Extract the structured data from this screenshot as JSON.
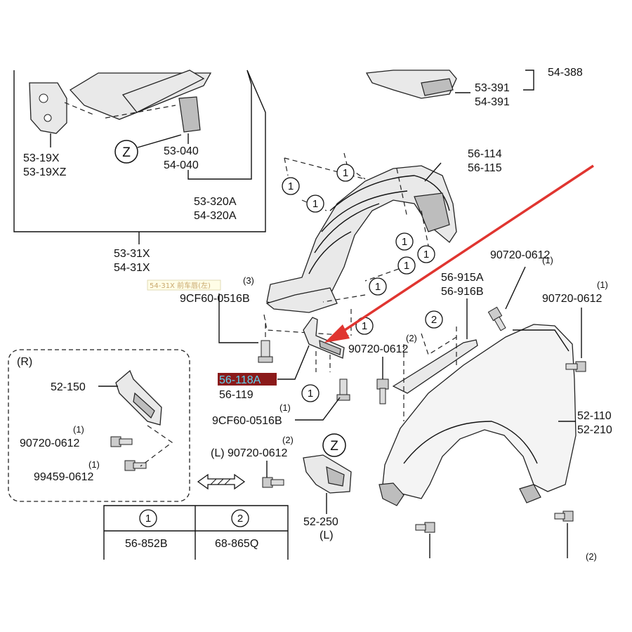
{
  "parts": {
    "p_53_19x": "53-19X",
    "p_53_19xz": "53-19XZ",
    "p_53_040": "53-040",
    "p_54_040": "54-040",
    "p_53_320a": "53-320A",
    "p_54_320a": "54-320A",
    "p_53_31x": "53-31X",
    "p_54_31x": "54-31X",
    "p_53_391": "53-391",
    "p_54_391": "54-391",
    "p_54_388": "54-388",
    "p_56_114": "56-114",
    "p_56_115": "56-115",
    "p_90720_a": "90720-0612",
    "p_90720_b": "90720-0612",
    "p_90720_c": "90720-0612",
    "p_90720_l": "(L) 90720-0612",
    "p_9cf60_a": "9CF60-0516B",
    "p_9cf60_b": "9CF60-0516B",
    "p_56_915a": "56-915A",
    "p_56_916b": "56-916B",
    "p_56_118a": "56-118A",
    "p_56_119": "56-119",
    "p_52_110": "52-110",
    "p_52_210": "52-210",
    "p_52_250": "52-250",
    "p_52_250_l": "(L)",
    "p_52_150": "52-150",
    "p_90720_r": "90720-0612",
    "p_99459": "99459-0612",
    "inset_r": "(R)"
  },
  "quantities": {
    "q3": "(3)",
    "q1a": "(1)",
    "q1b": "(1)",
    "q2a": "(2)",
    "q1c": "(1)",
    "q2b": "(2)",
    "q1r1": "(1)",
    "q1r2": "(1)",
    "q2c": "(2)"
  },
  "callouts": {
    "one": "1",
    "two": "2",
    "z": "Z"
  },
  "tooltip": "54-31X 前车唇(左)",
  "legend": {
    "col1_key": "1",
    "col2_key": "2",
    "col1_part": "56-852B",
    "col2_part": "68-865Q"
  },
  "colors": {
    "arrow": "#e03530",
    "highlight_bg": "#8b1a1a",
    "highlight_text": "#5fd3f0"
  }
}
